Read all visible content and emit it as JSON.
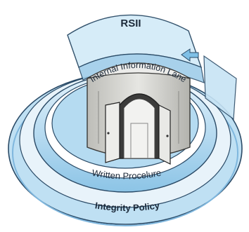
{
  "diagram": {
    "labels": {
      "top_banner": "RSII",
      "inner_arch": "Internal Information Lane",
      "middle_ring": "Written Procelure",
      "outer_ring": "Integrity Policy"
    },
    "colors": {
      "ring_light": "#cfe8f6",
      "ring_mid": "#a9d3ee",
      "ring_dark": "#6fb0db",
      "outline": "#2a4a66",
      "stone": "#d6d6d2",
      "stone_dark": "#9a9a96",
      "door": "#f4f4f2"
    },
    "icons": [
      "arrow-icon",
      "archway-door-icon"
    ]
  }
}
